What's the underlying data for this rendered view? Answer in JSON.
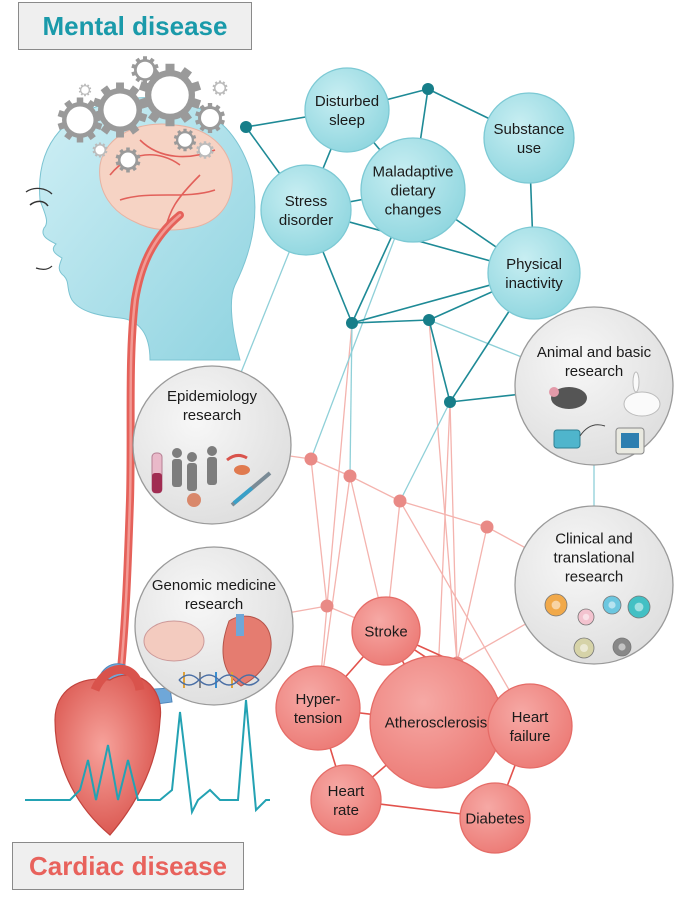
{
  "titles": {
    "top": "Mental disease",
    "bottom": "Cardiac disease"
  },
  "mental_nodes": [
    {
      "id": "disturbed-sleep",
      "lines": [
        "Disturbed",
        "sleep"
      ]
    },
    {
      "id": "substance-use",
      "lines": [
        "Substance",
        "use"
      ]
    },
    {
      "id": "stress-disorder",
      "lines": [
        "Stress",
        "disorder"
      ]
    },
    {
      "id": "maladaptive-dietary-changes",
      "lines": [
        "Maladaptive",
        "dietary",
        "changes"
      ]
    },
    {
      "id": "physical-inactivity",
      "lines": [
        "Physical",
        "inactivity"
      ]
    }
  ],
  "cardiac_nodes": [
    {
      "id": "stroke",
      "lines": [
        "Stroke"
      ]
    },
    {
      "id": "hypertension",
      "lines": [
        "Hyper-",
        "tension"
      ]
    },
    {
      "id": "atherosclerosis",
      "lines": [
        "Atherosclerosis"
      ]
    },
    {
      "id": "heart-failure",
      "lines": [
        "Heart",
        "failure"
      ]
    },
    {
      "id": "heart-rate",
      "lines": [
        "Heart",
        "rate"
      ]
    },
    {
      "id": "diabetes",
      "lines": [
        "Diabetes"
      ]
    }
  ],
  "research_nodes": [
    {
      "id": "epidemiology-research",
      "lines": [
        "Epidemiology",
        "research"
      ]
    },
    {
      "id": "animal-basic-research",
      "lines": [
        "Animal and basic",
        "research"
      ]
    },
    {
      "id": "clinical-translational-research",
      "lines": [
        "Clinical and",
        "translational",
        "research"
      ]
    },
    {
      "id": "genomic-medicine-research",
      "lines": [
        "Genomic medicine",
        "research"
      ]
    }
  ],
  "colors": {
    "teal_node": "#a9e3ea",
    "teal_node_stroke": "#7cc9d4",
    "teal_line": "#1e8a96",
    "teal_dot": "#177e89",
    "red_node": "#f08a86",
    "red_node_stroke": "#e56c67",
    "red_line": "#e2524c",
    "pink_line": "#f4b3ae",
    "pink_dot": "#e98a86",
    "gray_node": "#ececec",
    "gray_node_stroke": "#9a9a9a",
    "title_teal": "#1a9aaa",
    "title_red": "#e8625c"
  }
}
